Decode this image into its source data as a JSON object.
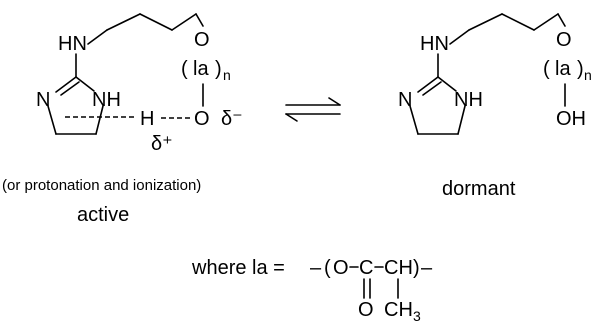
{
  "active": {
    "atoms": {
      "hn": "HN",
      "o_top": "O",
      "paren_open": "(",
      "la": "la",
      "paren_close": ")",
      "n_sub": "n",
      "n_ring": "N",
      "nh_ring": "NH",
      "h_bridge": "H",
      "o_anion": "O",
      "delta_minus": "δ⁻",
      "delta_plus": "δ⁺"
    },
    "caption": "(or protonation and ionization)",
    "label": "active"
  },
  "dormant": {
    "atoms": {
      "hn": "HN",
      "o_top": "O",
      "paren_open": "(",
      "la": "la",
      "paren_close": ")",
      "n_sub": "n",
      "n_ring": "N",
      "nh_ring": "NH",
      "oh": "OH"
    },
    "label": "dormant"
  },
  "definition": {
    "prefix": "where la =",
    "dash_left": "–",
    "paren_open": "(",
    "o": "O",
    "c": "C",
    "ch": "CH",
    "paren_close": ")",
    "dash_right": "–",
    "carbonyl_o": "O",
    "methyl": "CH",
    "methyl_sub": "3"
  }
}
